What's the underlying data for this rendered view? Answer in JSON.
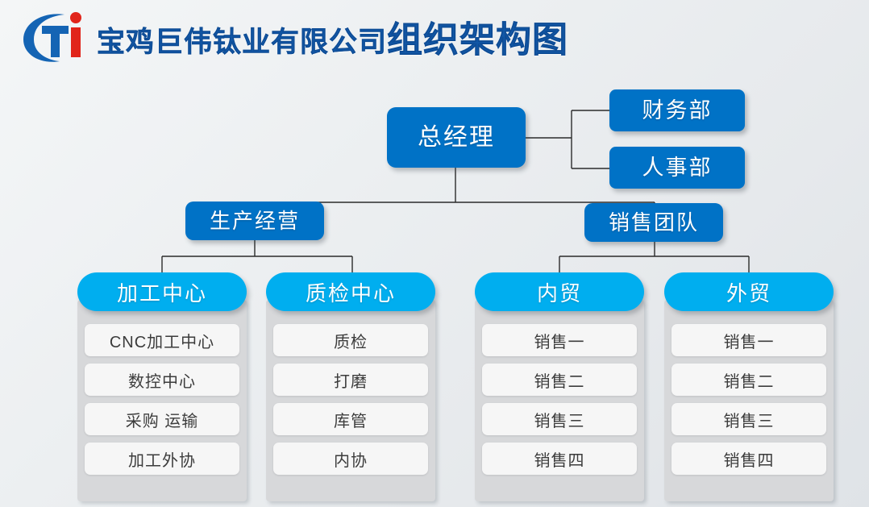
{
  "header": {
    "logo_icon": "ti-circle-logo",
    "title_main": "宝鸡巨伟钛业有限公司",
    "title_accent": "组织架构图"
  },
  "colors": {
    "primary_blue": "#0072c6",
    "accent_cyan": "#00aeef",
    "title_blue": "#1258a8",
    "panel_gray": "#d7d8da",
    "item_white": "#f6f6f6",
    "line": "#2b2b2b",
    "logo_blue": "#1464b4",
    "logo_red": "#e1251b"
  },
  "chart_data": {
    "type": "diagram",
    "title": "宝鸡巨伟钛业有限公司组织架构图",
    "root": "总经理",
    "staff": [
      "财务部",
      "人事部"
    ],
    "divisions": [
      "生产经营",
      "销售团队"
    ]
  },
  "nodes": {
    "root": {
      "label": "总经理"
    },
    "staff": [
      {
        "label": "财务部"
      },
      {
        "label": "人事部"
      }
    ],
    "divisions": [
      {
        "label": "生产经营"
      },
      {
        "label": "销售团队"
      }
    ]
  },
  "columns": [
    {
      "head": "加工中心",
      "items": [
        "CNC加工中心",
        "数控中心",
        "采购 运输",
        "加工外协"
      ]
    },
    {
      "head": "质检中心",
      "items": [
        "质检",
        "打磨",
        "库管",
        "内协"
      ]
    },
    {
      "head": "内贸",
      "items": [
        "销售一",
        "销售二",
        "销售三",
        "销售四"
      ]
    },
    {
      "head": "外贸",
      "items": [
        "销售一",
        "销售二",
        "销售三",
        "销售四"
      ]
    }
  ]
}
